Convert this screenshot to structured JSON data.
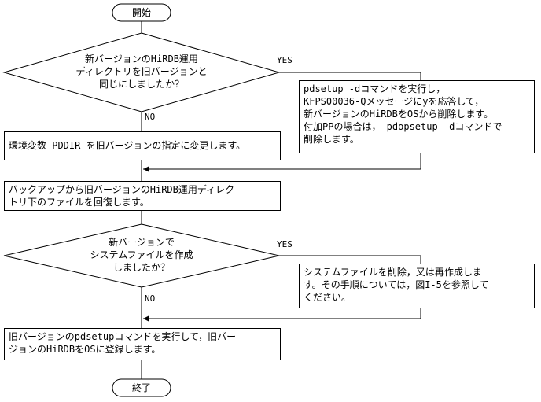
{
  "start": "開始",
  "end": "終了",
  "decision1": "新バージョンのHiRDB運用\nディレクトリを旧バージョンと\n同じにしましたか？",
  "decision2": "新バージョンで\nシステムファイルを作成\nしましたか？",
  "yes": "YES",
  "no": "NO",
  "box_yes1": "pdsetup -dコマンドを実行し，\nKFPS00036-Qメッセージにyを応答して，\n新バージョンのHiRDBをOSから削除します。\n付加PPの場合は， pdopsetup -dコマンドで\n削除します。",
  "box_env": "環境変数 PDDIR を旧バージョンの指定に変更します。",
  "box_restore": "バックアップから旧バージョンのHiRDB運用ディレク\nトリ下のファイルを回復します。",
  "box_yes2": "システムファイルを削除，又は再作成しま\nす。その手順については，図I-5を参照して\nください。",
  "box_setup": "旧バージョンのpdsetupコマンドを実行して，旧バー\nジョンのHiRDBをOSに登録します。"
}
